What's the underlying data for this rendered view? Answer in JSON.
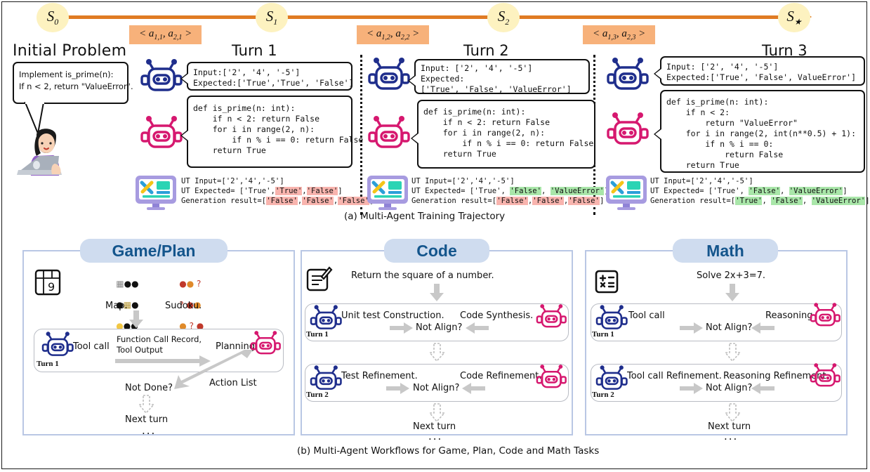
{
  "timeline": {
    "states": [
      "S0",
      "S1",
      "S2",
      "S*"
    ],
    "state_labels": [
      {
        "base": "S",
        "sub": "0"
      },
      {
        "base": "S",
        "sub": "1"
      },
      {
        "base": "S",
        "sub": "2"
      },
      {
        "base": "S",
        "sub": "★"
      }
    ],
    "actions": [
      "< a1,1, a2,1 >",
      "< a1,2, a2,2 >",
      "< a1,3, a2,3 >"
    ]
  },
  "top": {
    "initial_title": "Initial Problem",
    "problem_text": "Implement is_prime(n):\nIf n < 2, return \"ValueError\".",
    "caption": "(a) Multi-Agent Training Trajectory",
    "turns": [
      {
        "title": "Turn 1",
        "blue_box": "Input:['2', '4', '-5']\nExpected:['True','True', 'False']",
        "pink_box": "def is_prime(n: int):\n    if n < 2: return False\n    for i in range(2, n):\n        if n % i == 0: return False\n    return True",
        "ut_input": "UT Input=['2','4','-5']",
        "ut_expected_prefix": "UT Expected= ['True',",
        "ut_expected_chips": [
          {
            "text": "'True'",
            "color": "red"
          },
          {
            "text": "'False'",
            "color": "red"
          }
        ],
        "ut_expected_suffix": "]",
        "gen_prefix": "Generation result=[",
        "gen_chips": [
          {
            "text": "'False'",
            "color": "red"
          },
          {
            "text": "'False'",
            "color": "red"
          },
          {
            "text": "'False'",
            "color": "red"
          }
        ],
        "gen_suffix": "]"
      },
      {
        "title": "Turn 2",
        "blue_box": "Input: ['2', '4', '-5']\nExpected:\n['True', 'False', 'ValueError']",
        "pink_box": "def is_prime(n: int):\n    if n < 2: return False\n    for i in range(2, n):\n        if n % i == 0: return False\n    return True",
        "ut_input": "UT Input=['2','4','-5']",
        "ut_expected_prefix": "UT Expected= ['True', ",
        "ut_expected_chips": [
          {
            "text": "'False'",
            "color": "green"
          },
          {
            "text": "'ValueError'",
            "color": "green"
          }
        ],
        "ut_expected_suffix": "]",
        "gen_prefix": "Generation result=[",
        "gen_chips": [
          {
            "text": "'False'",
            "color": "red"
          },
          {
            "text": "'False'",
            "color": "red"
          },
          {
            "text": "'False'",
            "color": "red"
          }
        ],
        "gen_suffix": "]"
      },
      {
        "title": "Turn 3",
        "blue_box": "Input: ['2', '4', '-5']\nExpected:['True', 'False', ValueError']",
        "pink_box": "def is_prime(n: int):\n    if n < 2:\n        return \"ValueError\"\n    for i in range(2, int(n**0.5) + 1):\n        if n % i == 0:\n            return False\n    return True",
        "ut_input": "UT Input=['2','4','-5']",
        "ut_expected_prefix": "UT Expected= ['True', ",
        "ut_expected_chips": [
          {
            "text": "'False'",
            "color": "green"
          },
          {
            "text": "'ValueError'",
            "color": "green"
          }
        ],
        "ut_expected_suffix": "]",
        "gen_prefix": "Generation result=[",
        "gen_chips": [
          {
            "text": "'True'",
            "color": "green"
          },
          {
            "text": "'False'",
            "color": "green"
          },
          {
            "text": "'ValueError'",
            "color": "green"
          }
        ],
        "gen_suffix": "]"
      }
    ]
  },
  "bottom": {
    "caption": "(b) Multi-Agent Workflows for Game, Plan, Code and Math Tasks",
    "panels": [
      {
        "title": "Game/Plan",
        "task_icon": "sudoku-grid-icon",
        "examples": [
          {
            "label": "Map.",
            "art": "░●●\n●▩●\n●●●"
          },
          {
            "label": "Sudoku.",
            "art": "●● ?\n? ●●\n● ? ●"
          }
        ],
        "rows": [
          {
            "turn": "Turn 1",
            "left_label": "Tool call",
            "mid_label": "Function Call Record,\nTool Output",
            "right_label": "Planning"
          }
        ],
        "action_list_label": "Action List",
        "not_done_label": "Not Done?",
        "next_turn_label": "Next turn",
        "ellipsis": "..."
      },
      {
        "title": "Code",
        "task_icon": "document-pencil-icon",
        "prompt": "Return the square of a number.",
        "rows": [
          {
            "turn": "Turn 1",
            "left_label": "Unit test Construction.",
            "right_label": "Code Synthesis.",
            "mid_label": "Not Align?"
          },
          {
            "turn": "Turn 2",
            "left_label": "Test Refinement.",
            "right_label": "Code Refinement.",
            "mid_label": "Not Align?"
          }
        ],
        "next_turn_label": "Next turn",
        "ellipsis": "..."
      },
      {
        "title": "Math",
        "task_icon": "calculator-icon",
        "prompt": "Solve 2x+3=7.",
        "rows": [
          {
            "turn": "Turn 1",
            "left_label": "Tool call",
            "right_label": "Reasoning",
            "mid_label": "Not Align?"
          },
          {
            "turn": "Turn 2",
            "left_label": "Tool call Refinement.",
            "right_label": "Reasoning Refinement",
            "mid_label": "Not Align?"
          }
        ],
        "next_turn_label": "Next turn",
        "ellipsis": "..."
      }
    ]
  },
  "colors": {
    "timeline": "#e07b23",
    "state_fill": "#fdf2c0",
    "action_fill": "#f7b17a",
    "blue_robot": "#1f2e8c",
    "pink_robot": "#d6186f",
    "panel_border": "#b9c7e4",
    "panel_title_bg": "#cfdcef",
    "panel_title_fg": "#14558c",
    "highlight_red": "#f8b4ae",
    "highlight_green": "#a9e6a9"
  }
}
